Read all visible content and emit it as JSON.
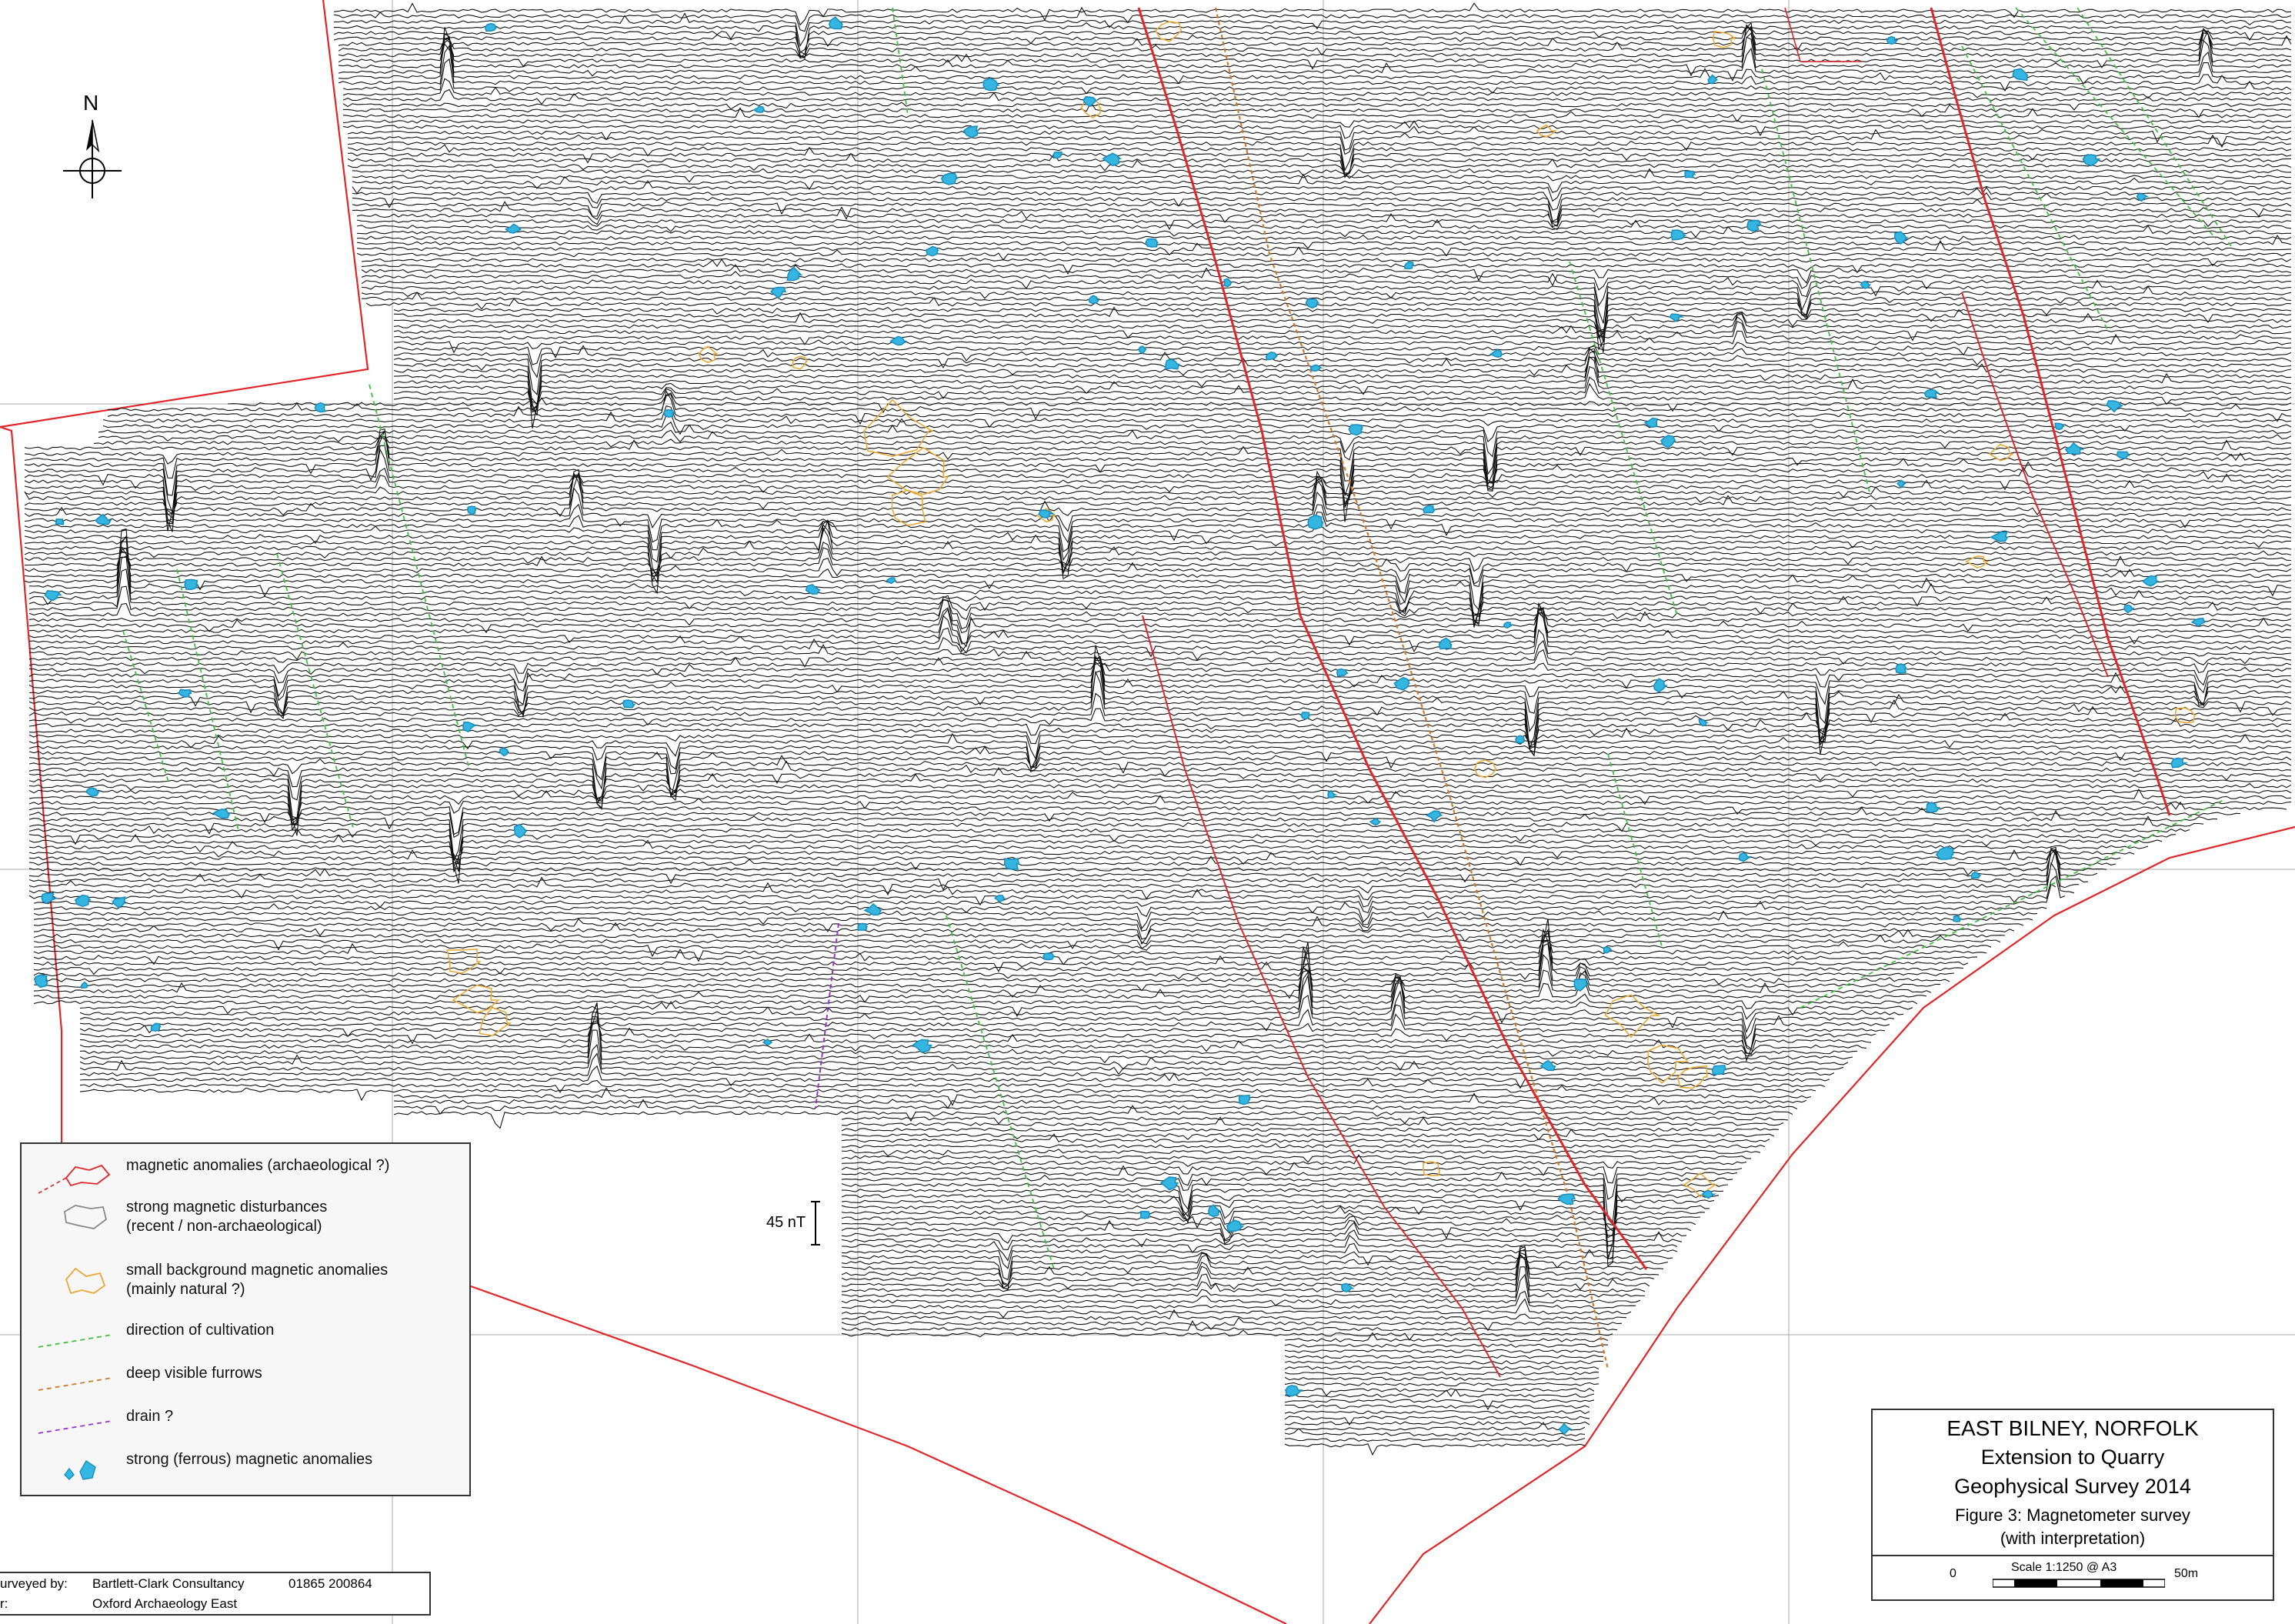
{
  "map": {
    "north_label": "N",
    "nt_scale_label": "45 nT",
    "colors": {
      "trace": "#111111",
      "boundary": "#e0262a",
      "archaeological": "#e0262a",
      "recent": "#888888",
      "natural": "#e8a93a",
      "cultivation": "#3fbf3f",
      "furrows": "#d07a2c",
      "drain": "#9a33c8",
      "ferrous": "#35b6e0",
      "grid": "#aaaaaa"
    }
  },
  "legend": {
    "items": [
      {
        "key": "archaeological",
        "label": "magnetic anomalies (archaeological ?)",
        "icon": "red-blob-icon"
      },
      {
        "key": "recent",
        "label": "strong magnetic disturbances\n(recent / non-archaeological)",
        "icon": "grey-blob-icon"
      },
      {
        "key": "natural",
        "label": "small background magnetic anomalies\n(mainly natural ?)",
        "icon": "orange-blob-icon"
      },
      {
        "key": "cultivation",
        "label": "direction of cultivation",
        "icon": "green-dashed-line-icon"
      },
      {
        "key": "furrows",
        "label": "deep visible furrows",
        "icon": "brown-dashed-line-icon"
      },
      {
        "key": "drain",
        "label": "drain ?",
        "icon": "purple-dashed-line-icon"
      },
      {
        "key": "ferrous",
        "label": "strong (ferrous) magnetic anomalies",
        "icon": "cyan-blob-icon"
      }
    ]
  },
  "title_block": {
    "line1": "EAST BILNEY, NORFOLK",
    "line2": "Extension to Quarry",
    "line3": "Geophysical Survey  2014",
    "line4": "Figure 3:  Magnetometer survey",
    "line5": "(with interpretation)",
    "scale_label": "Scale 1:1250 @ A3",
    "scale_start": "0",
    "scale_end": "50m"
  },
  "survey_info": {
    "surveyed_label": "urveyed by:",
    "surveyed_value": "Bartlett-Clark Consultancy",
    "phone": "01865 200864",
    "for_label": "r:",
    "for_value": "Oxford Archaeology East"
  }
}
